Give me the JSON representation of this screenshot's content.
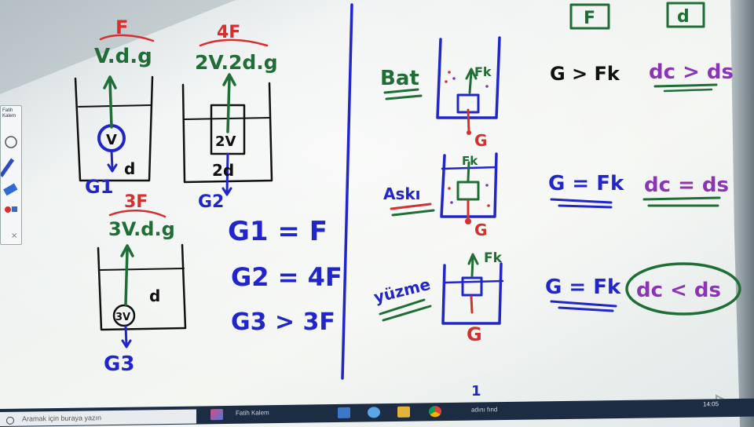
{
  "board": {
    "left_panel": {
      "box1": {
        "force_label": "F",
        "formula": "V.d.g",
        "object_label": "V",
        "liquid_label": "d",
        "weight_label": "G1"
      },
      "box2": {
        "force_label": "4F",
        "formula": "2V.2d.g",
        "object_label": "2V",
        "liquid_label": "2d",
        "weight_label": "G2"
      },
      "box3": {
        "force_label": "3F",
        "formula": "3V.d.g",
        "object_label": "3V",
        "liquid_label": "d",
        "weight_label": "G3"
      },
      "results": [
        "G1 = F",
        "G2 = 4F",
        "G3 > 3F"
      ]
    },
    "right_panel": {
      "headers": [
        "F",
        "d"
      ],
      "rows": [
        {
          "state": "Bat",
          "force_label": "Fk",
          "weight_label": "G",
          "force_relation": "G > Fk",
          "density_relation": "dc > ds"
        },
        {
          "state": "Askı",
          "force_label": "Fk",
          "weight_label": "G",
          "force_relation": "G = Fk",
          "density_relation": "dc = ds"
        },
        {
          "state": "yüzme",
          "force_label": "Fk",
          "weight_label": "G",
          "force_relation": "G = Fk",
          "density_relation": "dc < ds"
        }
      ],
      "bottom_mark": "1"
    }
  },
  "toolbox": {
    "title": "Fatih Kalem"
  },
  "taskbar": {
    "search_placeholder": "Aramak için buraya yazın",
    "app_label": "Fatih Kalem",
    "app2_label": "adını fınd",
    "clock": "14:05"
  },
  "colors": {
    "red": "#d62f2f",
    "green": "#1f6e35",
    "blue": "#2026c9",
    "purple": "#8b35b5"
  }
}
